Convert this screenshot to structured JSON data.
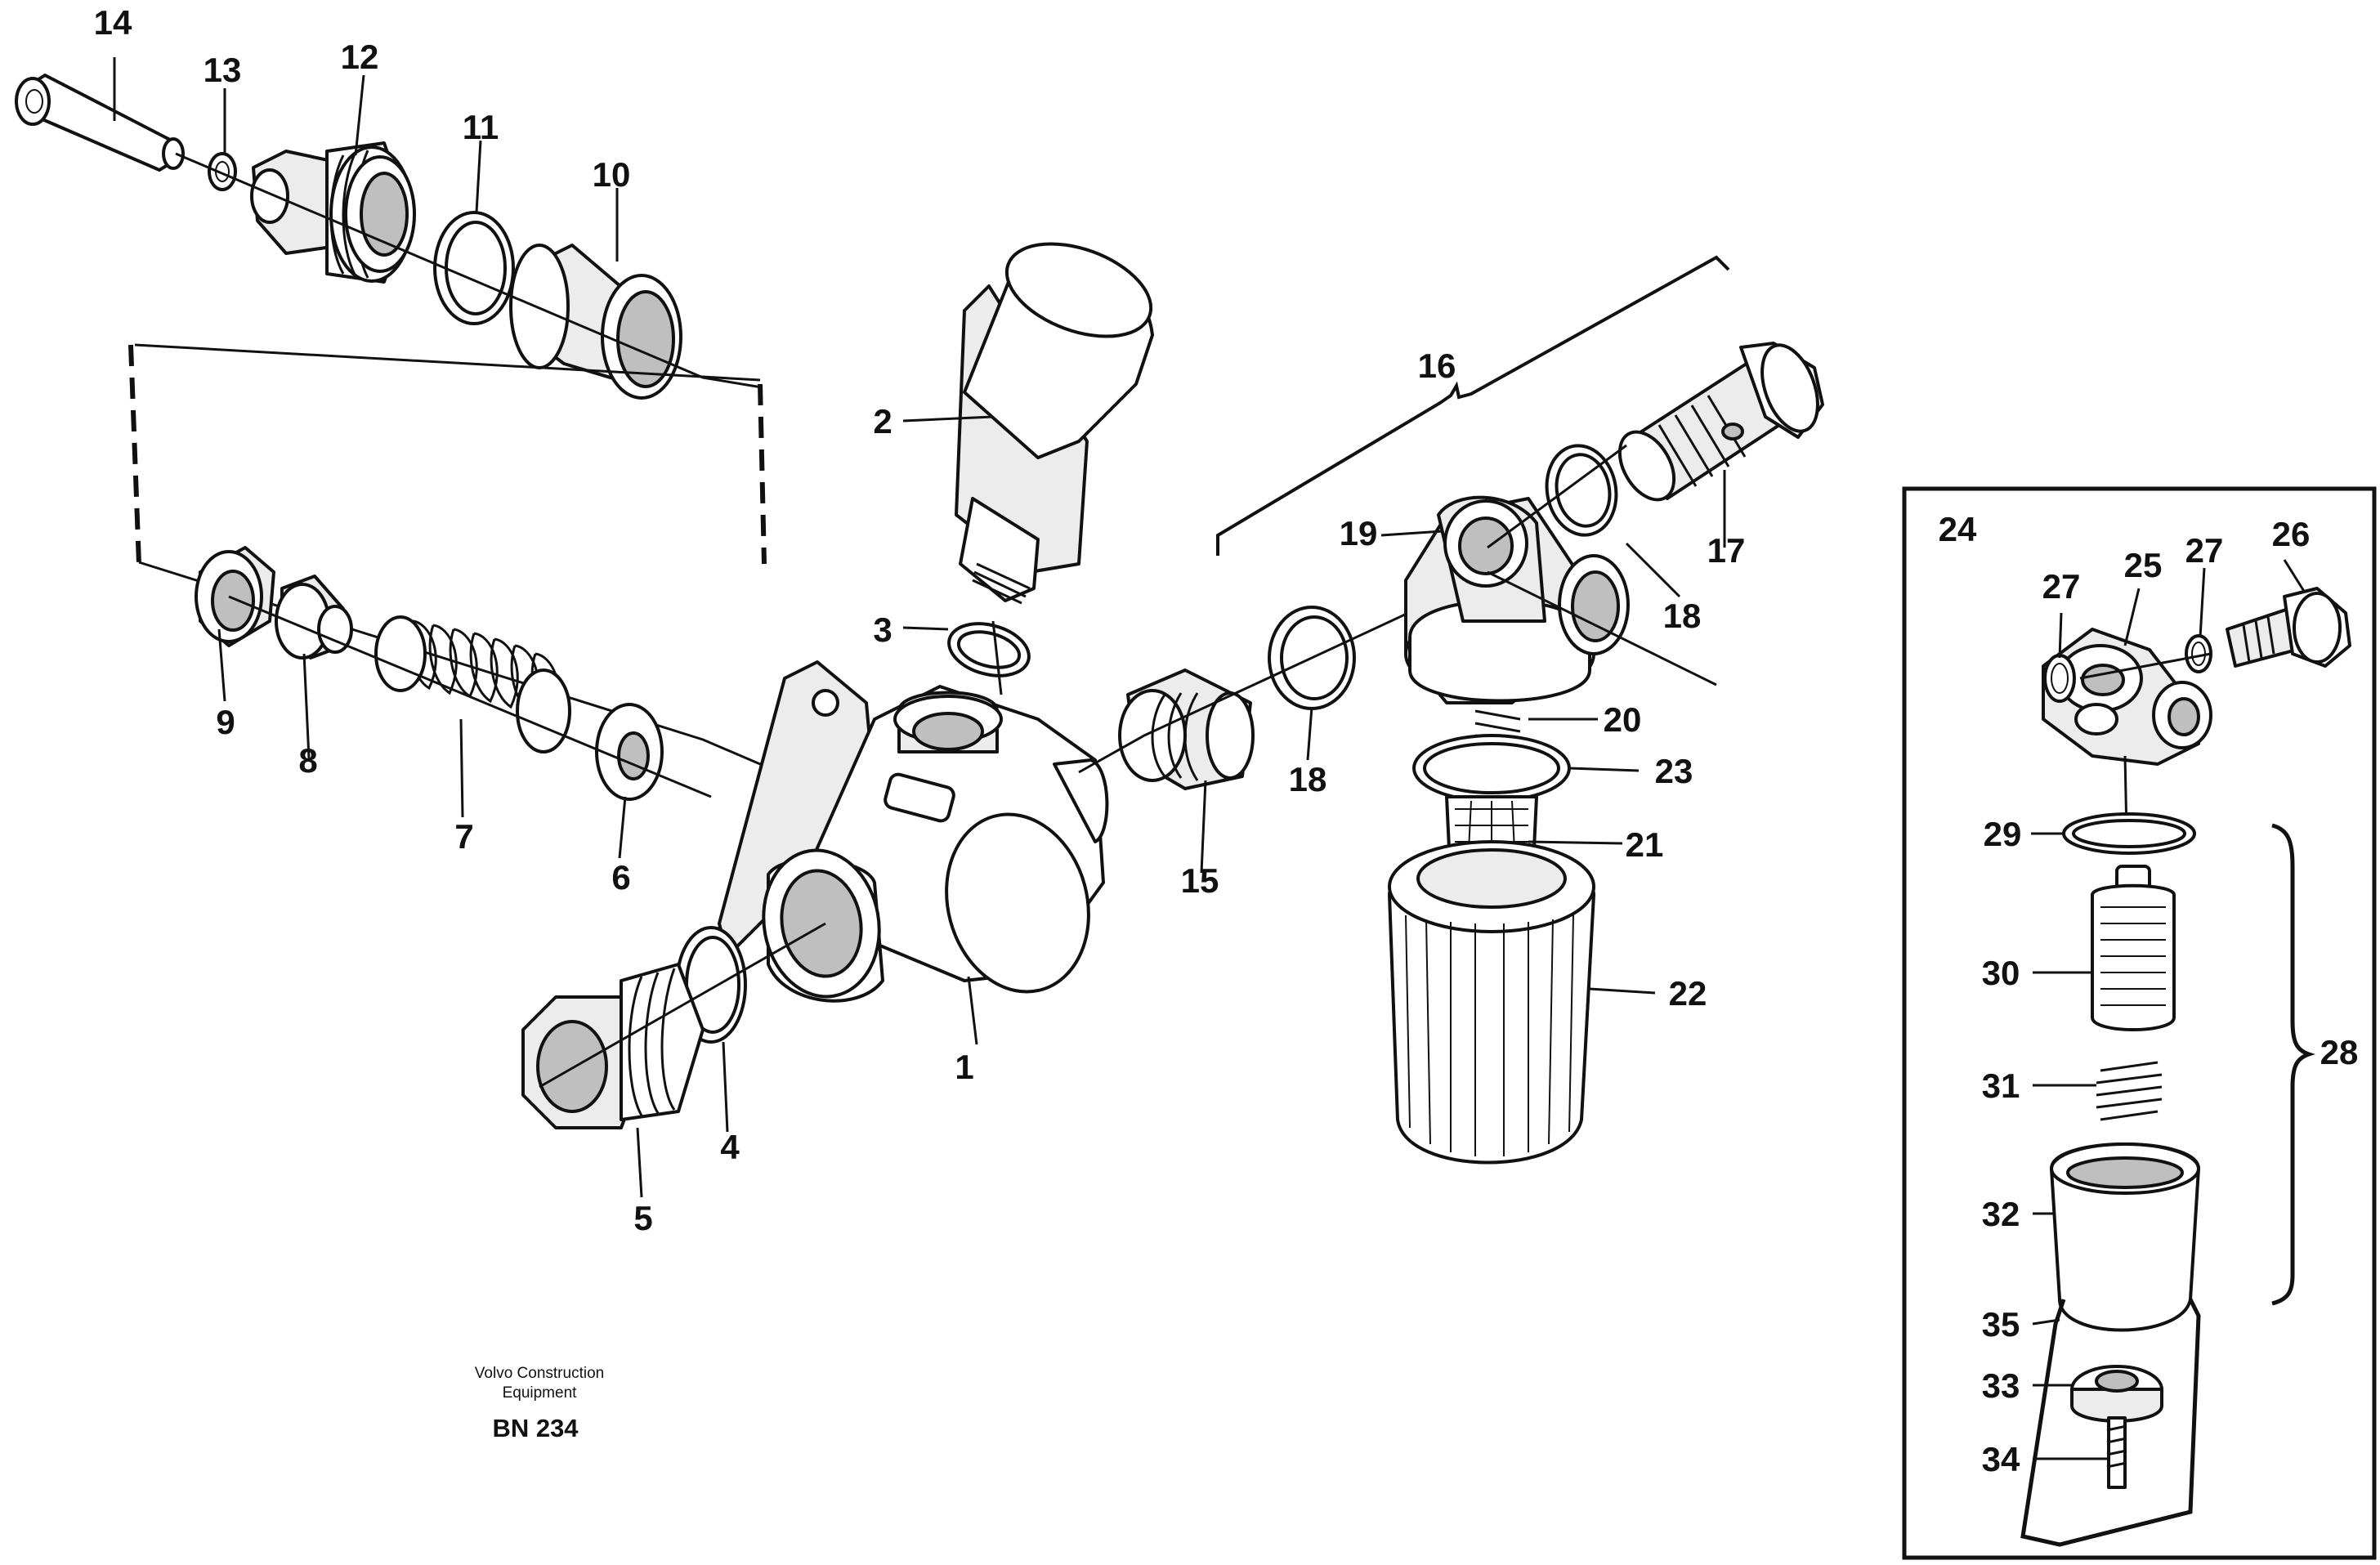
{
  "callouts": {
    "c1": "1",
    "c2": "2",
    "c3": "3",
    "c4": "4",
    "c5": "5",
    "c6": "6",
    "c7": "7",
    "c8": "8",
    "c9": "9",
    "c10": "10",
    "c11": "11",
    "c12": "12",
    "c13": "13",
    "c14": "14",
    "c15": "15",
    "c16": "16",
    "c17": "17",
    "c18a": "18",
    "c18b": "18",
    "c19": "19",
    "c20": "20",
    "c21": "21",
    "c22": "22",
    "c23": "23",
    "c24": "24",
    "c25": "25",
    "c26": "26",
    "c27a": "27",
    "c27b": "27",
    "c28": "28",
    "c29": "29",
    "c30": "30",
    "c31": "31",
    "c32": "32",
    "c33": "33",
    "c34": "34",
    "c35": "35"
  },
  "caption": {
    "line1": "Volvo Construction",
    "line2": "Equipment",
    "doc_id": "BN 234"
  }
}
